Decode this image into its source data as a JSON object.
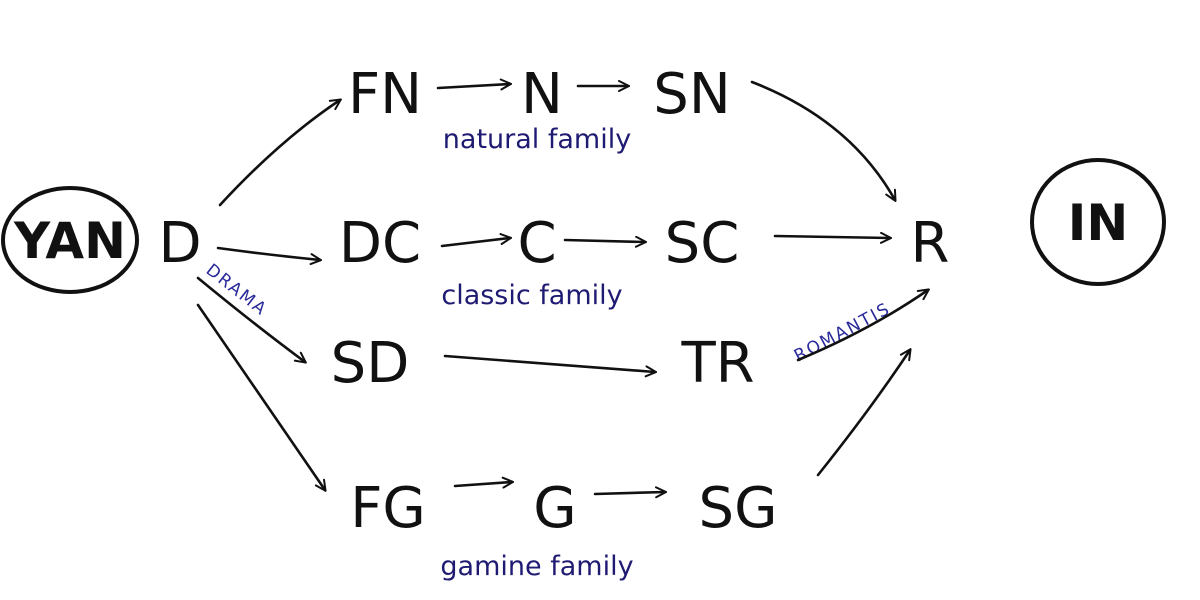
{
  "start_node": "YAN",
  "end_node": "IN",
  "nodes": {
    "d": "D",
    "fn": "FN",
    "n": "N",
    "sn": "SN",
    "dc": "DC",
    "c": "C",
    "sc": "SC",
    "r": "R",
    "sd": "SD",
    "tr": "TR",
    "fg": "FG",
    "g": "G",
    "sg": "SG"
  },
  "families": {
    "natural": "natural family",
    "classic": "classic family",
    "gamine": "gamine family"
  },
  "edge_labels": {
    "drama": "DRAMA",
    "romantic": "ROMANTIS"
  },
  "colors": {
    "ink": "#111111",
    "family_label": "#1f1a72",
    "edge_label": "#2a2a9a"
  }
}
